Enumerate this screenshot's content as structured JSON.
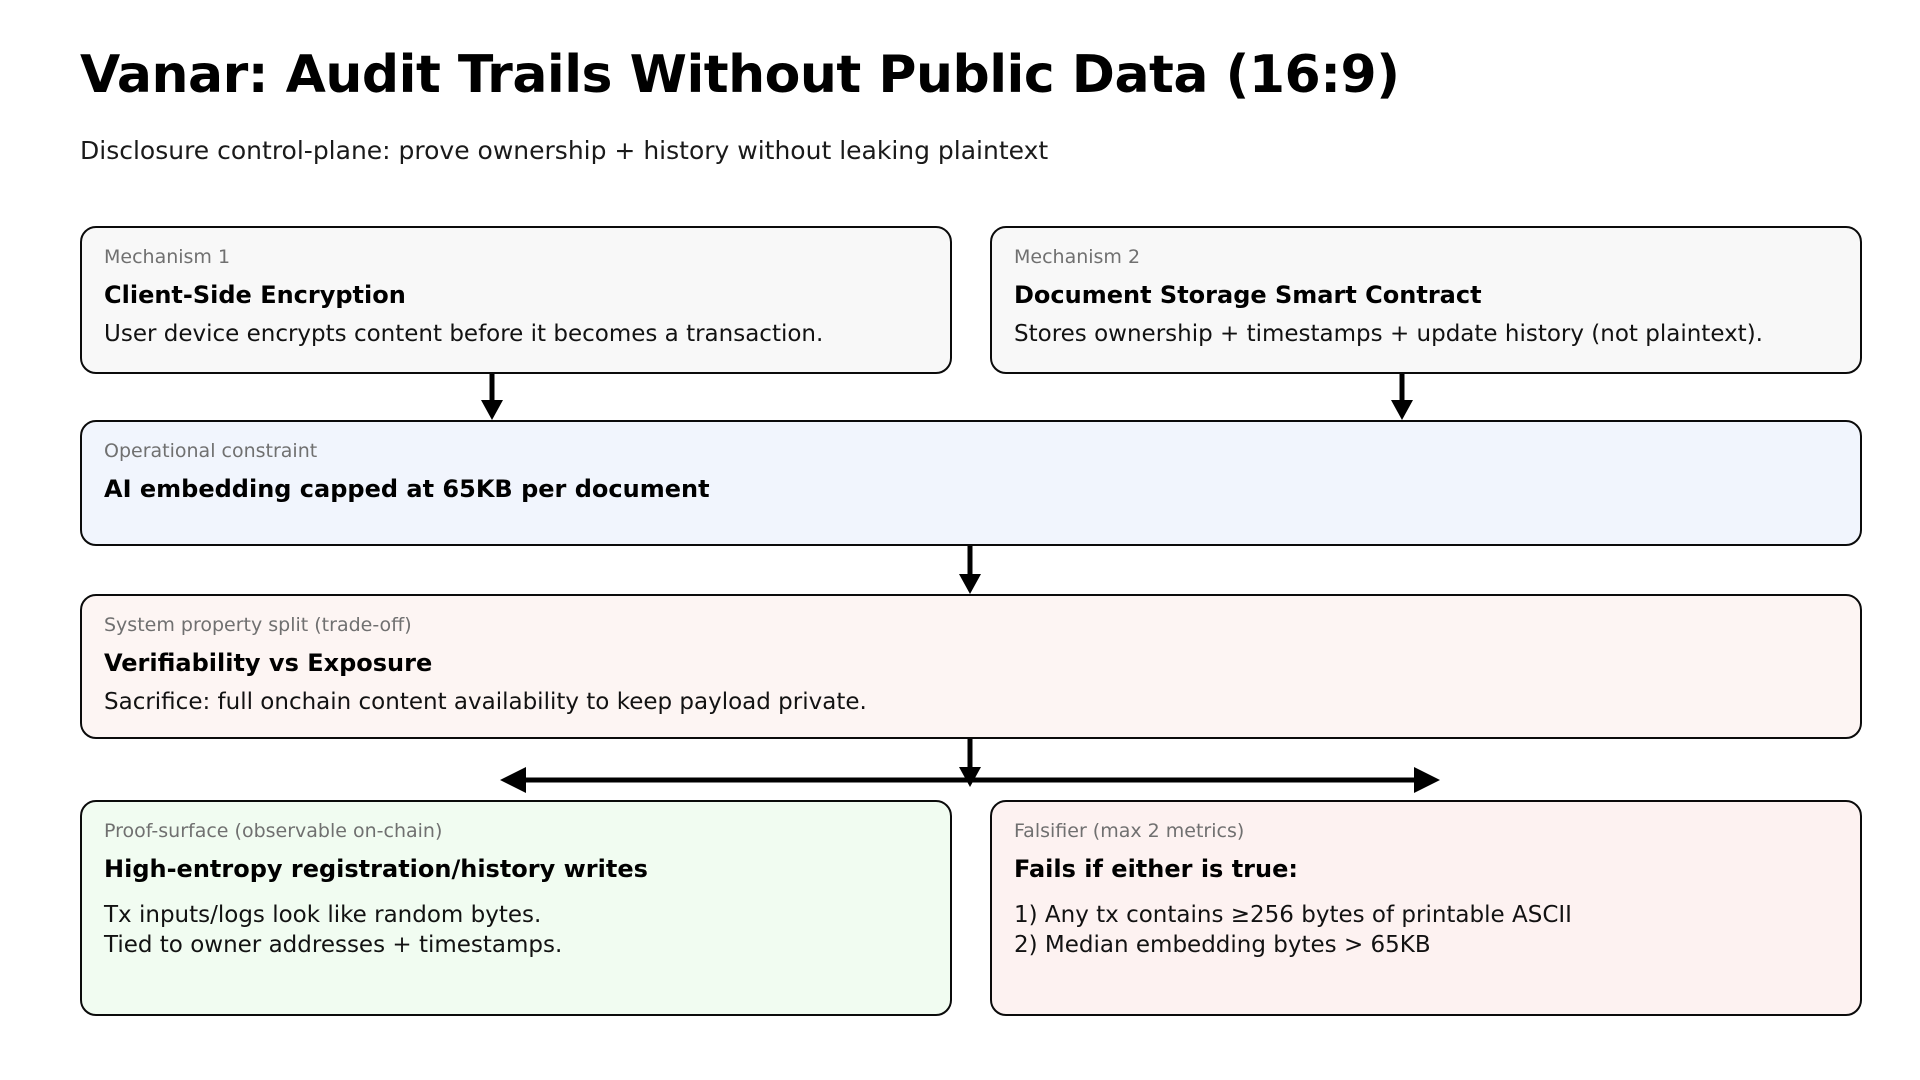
{
  "header": {
    "title": "Vanar: Audit Trails Without Public Data (16:9)",
    "subtitle": "Disclosure control-plane: prove ownership + history without leaking plaintext"
  },
  "cards": {
    "mechanism_1": {
      "kicker": "Mechanism 1",
      "headline": "Client-Side Encryption",
      "body": "User device encrypts content before it becomes a transaction.",
      "fill": "#f8f8f8"
    },
    "mechanism_2": {
      "kicker": "Mechanism 2",
      "headline": "Document Storage Smart Contract",
      "body": "Stores ownership + timestamps + update history (not plaintext).",
      "fill": "#f8f8f8"
    },
    "operational_constraint": {
      "kicker": "Operational constraint",
      "headline": "AI embedding capped at 65KB per document",
      "fill": "#f1f5fd"
    },
    "tradeoff": {
      "kicker": "System property split (trade-off)",
      "headline": "Verifiability vs Exposure",
      "body": "Sacrifice: full onchain content availability to keep payload private.",
      "fill": "#fdf5f3"
    },
    "proof_surface": {
      "kicker": "Proof-surface (observable on-chain)",
      "headline": "High-entropy registration/history writes",
      "body_line_1": "Tx inputs/logs look like random bytes.",
      "body_line_2": "Tied to owner addresses + timestamps.",
      "fill": "#f1fcf1"
    },
    "falsifier": {
      "kicker": "Falsifier (max 2 metrics)",
      "headline": "Fails if either is true:",
      "body_line_1": "1) Any tx contains ≥256 bytes of printable ASCII",
      "body_line_2": "2) Median embedding bytes > 65KB",
      "fill": "#fdf2f1"
    }
  },
  "connectors": {
    "mech1_down": "arrow-down",
    "mech2_down": "arrow-down",
    "constraint_down": "arrow-down",
    "tradeoff_down": "arrow-down",
    "split_horizontal": "double-headed-arrow"
  },
  "colors": {
    "stroke": "#0b0b0b",
    "kicker_text": "#707070",
    "body_text": "#121212",
    "page_background": "#ffffff"
  }
}
